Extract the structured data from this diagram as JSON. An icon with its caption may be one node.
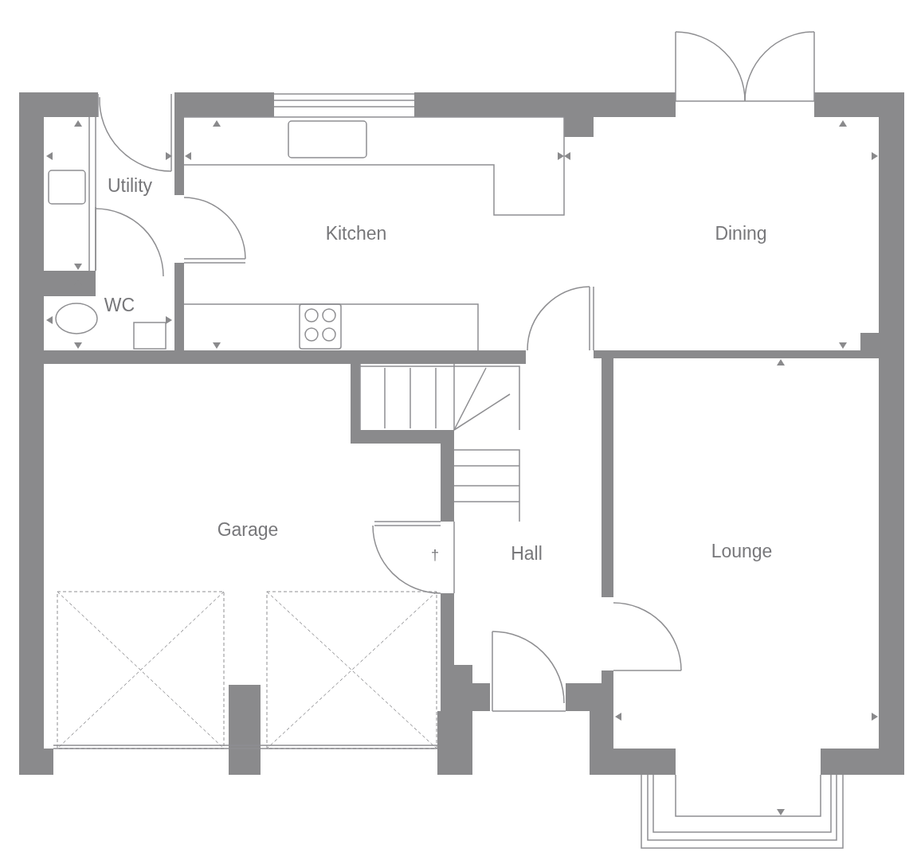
{
  "diagram": {
    "labels": [
      "Utility",
      "Kitchen",
      "Dining",
      "WC",
      "Garage",
      "Lounge",
      "Hall",
      "†"
    ]
  }
}
